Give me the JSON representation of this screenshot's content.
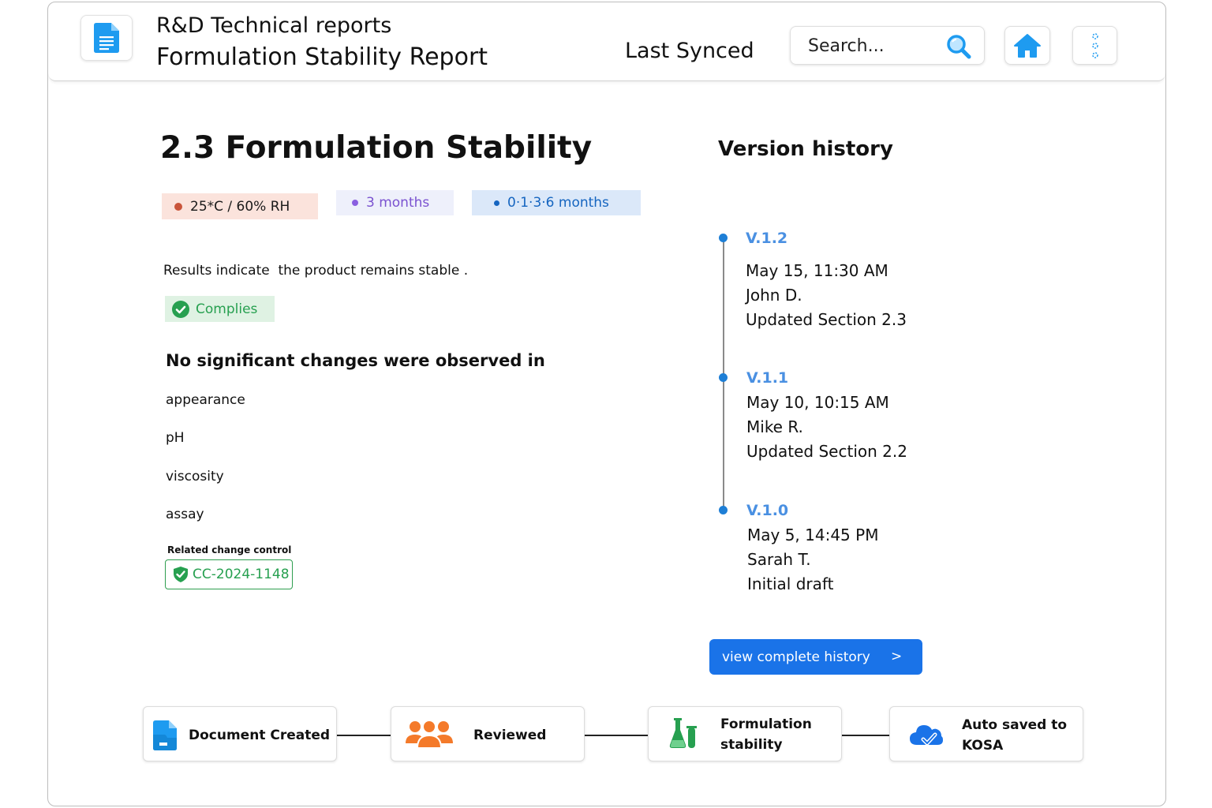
{
  "header": {
    "subtitle": "R&D Technical reports",
    "title": "Formulation Stability Report",
    "last_synced": "Last Synced",
    "search_placeholder": "Search..."
  },
  "section": {
    "title": "2.3 Formulation Stability",
    "chips": [
      {
        "label": "25*C / 60% RH"
      },
      {
        "label": "3 months"
      },
      {
        "label": "0·1·3·6 months"
      }
    ],
    "results_text": "Results indicate  the product remains stable .",
    "complies_label": "Complies",
    "observations_heading": "No significant changes were observed in",
    "observations": [
      "appearance",
      "pH",
      "viscosity",
      "assay"
    ],
    "change_control_label": "Related change control",
    "change_control_id": "CC-2024-1148"
  },
  "version_history": {
    "title": "Version history",
    "versions": [
      {
        "version": "V.1.2",
        "date": "May 15, 11:30 AM",
        "author": "John D.",
        "note": "Updated Section 2.3"
      },
      {
        "version": "V.1.1",
        "date": "May 10, 10:15 AM",
        "author": "Mike R.",
        "note": "Updated Section 2.2"
      },
      {
        "version": "V.1.0",
        "date": "May 5, 14:45 PM",
        "author": "Sarah T.",
        "note": "Initial draft"
      }
    ],
    "button_label": "view complete history",
    "button_arrow": ">"
  },
  "workflow": {
    "steps": [
      {
        "label": "Document Created",
        "icon": "document-icon"
      },
      {
        "label": "Reviewed",
        "icon": "team-icon"
      },
      {
        "label_line1": "Formulation",
        "label_line2": "stability",
        "icon": "flask-icon"
      },
      {
        "label_line1": "Auto saved to",
        "label_line2": "KOSA",
        "icon": "cloud-check-icon"
      }
    ]
  },
  "colors": {
    "accent_blue": "#1a73e8",
    "icon_blue": "#1e9bf0",
    "success_green": "#27a050",
    "warm_orange": "#f47a2a"
  }
}
